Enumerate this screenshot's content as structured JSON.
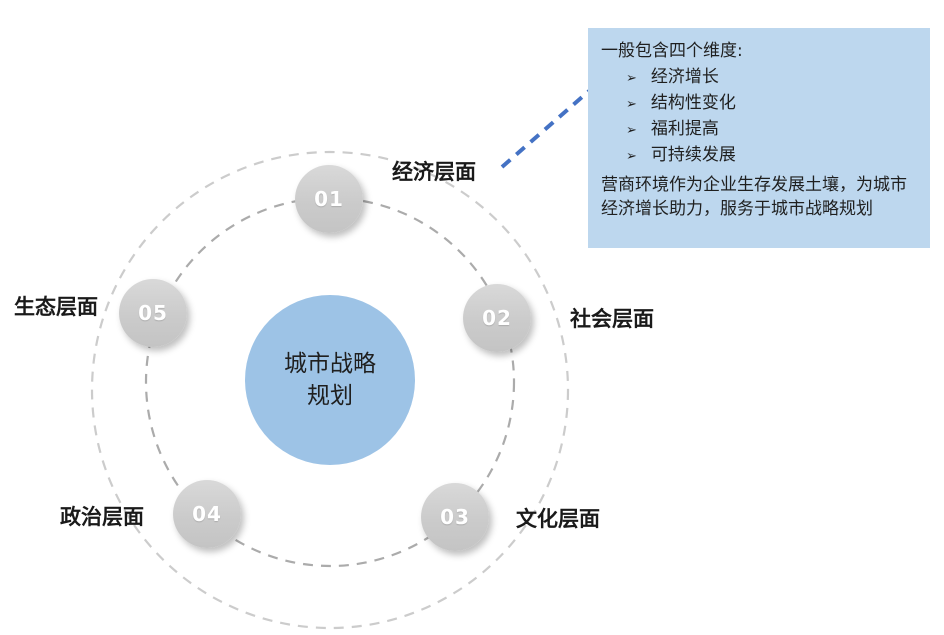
{
  "diagram": {
    "center": {
      "lines": [
        "城市战略",
        "规划"
      ]
    },
    "nodes": [
      {
        "number": "01",
        "label": "经济层面"
      },
      {
        "number": "02",
        "label": "社会层面"
      },
      {
        "number": "03",
        "label": "文化层面"
      },
      {
        "number": "04",
        "label": "政治层面"
      },
      {
        "number": "05",
        "label": "生态层面"
      }
    ]
  },
  "callout": {
    "title": "一般包含四个维度:",
    "bullet_icon": "➢",
    "bullets": [
      "经济增长",
      "结构性变化",
      "福利提高",
      "可持续发展"
    ],
    "paragraph": "营商环境作为企业生存发展土壤，为城市经济增长助力，服务于城市战略规划"
  },
  "colors": {
    "center-fill": "#9dc3e6",
    "node-fill": "#cbcbcb",
    "callout-fill": "#bdd7ee",
    "connector": "#4472c4",
    "inner-ring": "#ababab",
    "outer-ring": "#cccccc",
    "label-text": "#1a1a1a",
    "node-number": "#ffffff"
  }
}
